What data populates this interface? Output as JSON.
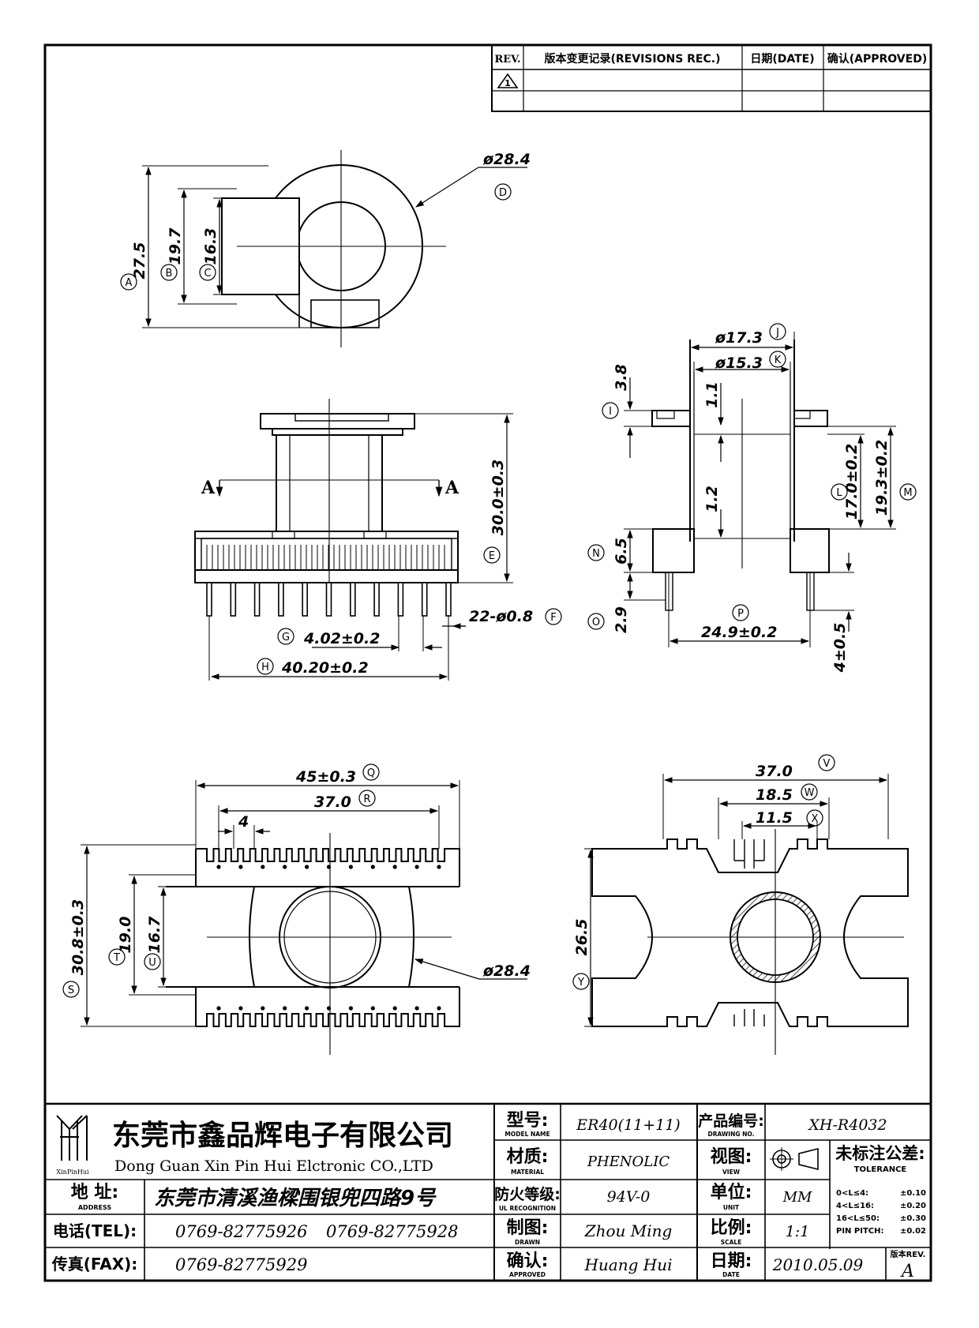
{
  "revisions": {
    "headers": [
      "REV.",
      "版本变更记录(REVISIONS REC.)",
      "日期(DATE)",
      "确认(APPROVED)"
    ],
    "rows": [
      [
        "1",
        "",
        "",
        ""
      ],
      [
        "",
        "",
        "",
        ""
      ]
    ]
  },
  "top_view": {
    "outer_dia": "ø28.4",
    "outer_dia_tag": "D",
    "dims": [
      {
        "value": "27.5",
        "tag": "A"
      },
      {
        "value": "19.7",
        "tag": "B"
      },
      {
        "value": "16.3",
        "tag": "C"
      }
    ]
  },
  "front_view": {
    "section_label": "A",
    "height": "30.0±0.3",
    "height_tag": "E",
    "pin_spec": "22-ø0.8",
    "pin_spec_tag": "F",
    "pin_pitch": "4.02±0.2",
    "pin_pitch_tag": "G",
    "total_span": "40.20±0.2",
    "total_span_tag": "H"
  },
  "side_view": {
    "flange_outer": "ø17.3",
    "flange_outer_tag": "J",
    "core_dia": "ø15.3",
    "core_dia_tag": "K",
    "flange_h": "3.8",
    "flange_h_tag": "I",
    "wall_top": "1.1",
    "wall_mid": "1.2",
    "win_h": "17.0±0.2",
    "win_h_tag": "L",
    "total_h": "19.3±0.2",
    "total_h_tag": "M",
    "base_h": "6.5",
    "base_h_tag": "N",
    "pin_stub": "2.9",
    "pin_stub_tag": "O",
    "row_span": "24.9±0.2",
    "row_span_tag": "P",
    "pin_len": "4±0.5"
  },
  "bottom_view": {
    "width": "45±0.3",
    "width_tag": "Q",
    "slot_span": "37.0",
    "slot_span_tag": "R",
    "pitch": "4",
    "depth": "30.8±0.3",
    "depth_tag": "S",
    "inner": "19.0",
    "inner_tag": "T",
    "core": "16.7",
    "core_tag": "U",
    "dia": "ø28.4"
  },
  "bottom_right": {
    "width": "37.0",
    "width_tag": "V",
    "mid": "18.5",
    "mid_tag": "W",
    "inner": "11.5",
    "inner_tag": "X",
    "height": "26.5",
    "height_tag": "Y"
  },
  "title_block": {
    "company_cn": "东莞市鑫品辉电子有限公司",
    "company_en": "Dong Guan Xin Pin Hui Elctronic CO.,LTD",
    "logo_caption": "XinPinHui",
    "address_label": "地 址:",
    "address_label_en": "ADDRESS",
    "address": "东莞市清溪渔樑围银兜四路9号",
    "tel_label": "电话(TEL):",
    "tel1": "0769-82775926",
    "tel2": "0769-82775928",
    "fax_label": "传真(FAX):",
    "fax": "0769-82775929",
    "model_label": "型号:",
    "model_label_en": "MODEL NAME",
    "model": "ER40(11+11)",
    "material_label": "材质:",
    "material_label_en": "MATERIAL",
    "material": "PHENOLIC",
    "ul_label": "防火等级:",
    "ul_label_en": "UL RECOGNITION",
    "ul": "94V-0",
    "drawn_label": "制图:",
    "drawn_label_en": "DRAWN",
    "drawn": "Zhou Ming",
    "approved_label": "确认:",
    "approved_label_en": "APPROVED",
    "approved": "Huang Hui",
    "drawing_no_label": "产品编号:",
    "drawing_no_label_en": "DRAWING NO.",
    "drawing_no": "XH-R4032",
    "view_label": "视图:",
    "view_label_en": "VIEW",
    "unit_label": "单位:",
    "unit_label_en": "UNIT",
    "unit": "MM",
    "scale_label": "比例:",
    "scale_label_en": "SCALE",
    "scale": "1:1",
    "date_label": "日期:",
    "date_label_en": "DATE",
    "date": "2010.05.09",
    "tolerance_title": "未标注公差:",
    "tolerance_title_en": "TOLERANCE",
    "tolerances": [
      {
        "range": "0<L≤4:",
        "value": "±0.10"
      },
      {
        "range": "4<L≤16:",
        "value": "±0.20"
      },
      {
        "range": "16<L≤50:",
        "value": "±0.30"
      },
      {
        "range": "PIN PITCH:",
        "value": "±0.02"
      }
    ],
    "rev_label": "版本REV.",
    "rev": "A"
  }
}
